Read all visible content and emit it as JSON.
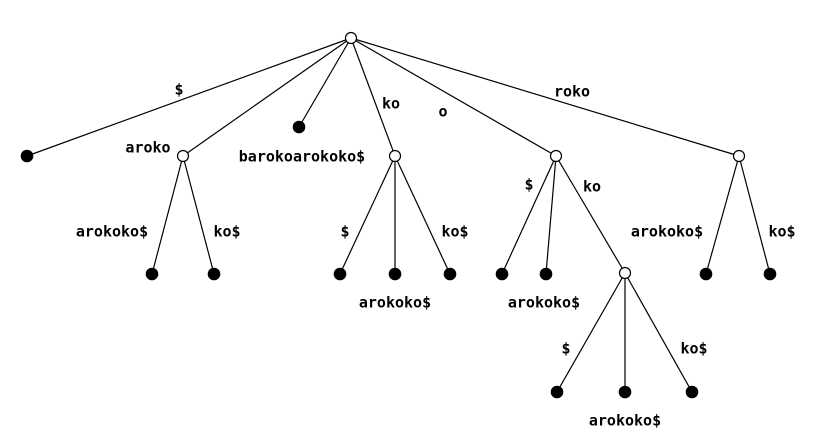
{
  "diagram": {
    "type": "suffix-tree",
    "nodes": [
      {
        "id": "root",
        "kind": "internal"
      },
      {
        "id": "n_dollar_leaf",
        "kind": "leaf"
      },
      {
        "id": "n_aroko",
        "kind": "internal"
      },
      {
        "id": "n_aroko_l1",
        "kind": "leaf"
      },
      {
        "id": "n_aroko_l2",
        "kind": "leaf"
      },
      {
        "id": "n_barok_leaf",
        "kind": "leaf"
      },
      {
        "id": "n_ko",
        "kind": "internal"
      },
      {
        "id": "n_ko_l1",
        "kind": "leaf"
      },
      {
        "id": "n_ko_l2",
        "kind": "leaf"
      },
      {
        "id": "n_ko_l3",
        "kind": "leaf"
      },
      {
        "id": "n_o",
        "kind": "internal"
      },
      {
        "id": "n_o_l1",
        "kind": "leaf"
      },
      {
        "id": "n_o_l2",
        "kind": "leaf"
      },
      {
        "id": "n_oko",
        "kind": "internal"
      },
      {
        "id": "n_oko_l1",
        "kind": "leaf"
      },
      {
        "id": "n_oko_l2",
        "kind": "leaf"
      },
      {
        "id": "n_oko_l3",
        "kind": "leaf"
      },
      {
        "id": "n_roko",
        "kind": "internal"
      },
      {
        "id": "n_roko_l1",
        "kind": "leaf"
      },
      {
        "id": "n_roko_l2",
        "kind": "leaf"
      }
    ],
    "edges": [
      {
        "from": "root",
        "to": "n_dollar_leaf",
        "label": "$"
      },
      {
        "from": "root",
        "to": "n_aroko",
        "label": "aroko"
      },
      {
        "from": "root",
        "to": "n_barok_leaf",
        "label": "barokoarokoko$"
      },
      {
        "from": "root",
        "to": "n_ko",
        "label": "ko"
      },
      {
        "from": "root",
        "to": "n_o",
        "label": "o"
      },
      {
        "from": "root",
        "to": "n_roko",
        "label": "roko"
      },
      {
        "from": "n_aroko",
        "to": "n_aroko_l1",
        "label": "arokoko$"
      },
      {
        "from": "n_aroko",
        "to": "n_aroko_l2",
        "label": "ko$"
      },
      {
        "from": "n_ko",
        "to": "n_ko_l1",
        "label": "$"
      },
      {
        "from": "n_ko",
        "to": "n_ko_l2",
        "label": "arokoko$"
      },
      {
        "from": "n_ko",
        "to": "n_ko_l3",
        "label": "ko$"
      },
      {
        "from": "n_o",
        "to": "n_o_l1",
        "label": "$"
      },
      {
        "from": "n_o",
        "to": "n_o_l2",
        "label": "arokoko$"
      },
      {
        "from": "n_o",
        "to": "n_oko",
        "label": "ko"
      },
      {
        "from": "n_oko",
        "to": "n_oko_l1",
        "label": "$"
      },
      {
        "from": "n_oko",
        "to": "n_oko_l2",
        "label": "arokoko$"
      },
      {
        "from": "n_oko",
        "to": "n_oko_l3",
        "label": "ko$"
      },
      {
        "from": "n_roko",
        "to": "n_roko_l1",
        "label": "arokoko$"
      },
      {
        "from": "n_roko",
        "to": "n_roko_l2",
        "label": "ko$"
      }
    ]
  }
}
